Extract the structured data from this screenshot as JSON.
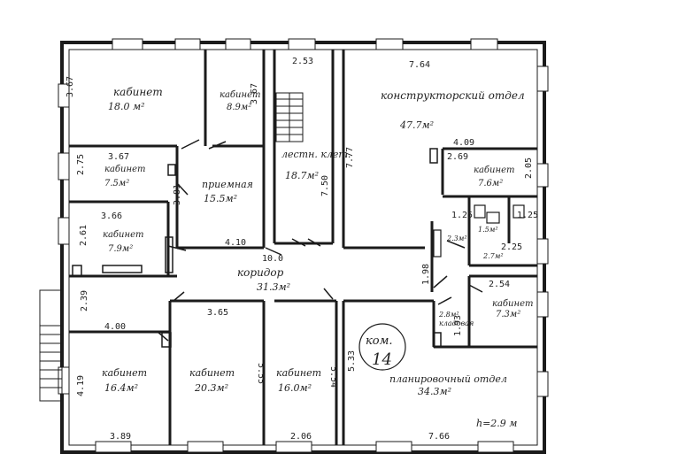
{
  "rooms": {
    "r1": {
      "name": "кабинет",
      "area": "18.0 м²"
    },
    "r2": {
      "name": "кабинет",
      "area": "8.9м²"
    },
    "stair": {
      "name": "лестн. клет.",
      "area": "18.7м²"
    },
    "design": {
      "name": "конструкторский отдел",
      "area": "47.7м²"
    },
    "r5": {
      "name": "кабинет",
      "area": "7.5м²"
    },
    "reception": {
      "name": "приемная",
      "area": "15.5м²"
    },
    "r6": {
      "name": "кабинет",
      "area": "7.9м²"
    },
    "r7": {
      "name": "кабинет",
      "area": "7.6м²"
    },
    "wc1": {
      "area": "1.5м²"
    },
    "wc2": {
      "area": "2.7м²"
    },
    "wc3": {
      "area": "2.3м²"
    },
    "corridor": {
      "name": "коридор",
      "area": "31.3м²"
    },
    "r8": {
      "name": "кабинет",
      "area": "7.3м²"
    },
    "storage": {
      "name": "кладовая",
      "area": "2.8м²"
    },
    "r10": {
      "name": "кабинет",
      "area": "16.4м²"
    },
    "r11": {
      "name": "кабинет",
      "area": "20.3м²"
    },
    "r12": {
      "name": "кабинет",
      "area": "16.0м²"
    },
    "planning": {
      "name": "планировочный отдел",
      "area": "34.3м²"
    }
  },
  "stamp": {
    "line1": "ком.",
    "line2": "14"
  },
  "height_note": "h=2.9 м",
  "dims": {
    "d1": "3.67",
    "d2": "3.67",
    "d3": "2.53",
    "d4": "7.64",
    "d5": "3.67",
    "d6": "2.75",
    "d7": "3.81",
    "d8": "7.77",
    "d9": "7.50",
    "d10": "4.09",
    "d11": "2.69",
    "d12": "2.05",
    "d13": "3.66",
    "d14": "2.61",
    "d15": "4.10",
    "d16": "10.0",
    "d17": "1.25",
    "d18": "1.25",
    "d19": "2.25",
    "d20": "1.98",
    "d21": "2.54",
    "d22": "2.39",
    "d23": "4.00",
    "d24": "3.65",
    "d25": "5.55",
    "d26": "5.54",
    "d27": "5.33",
    "d28": "1.93",
    "d29": "4.19",
    "d30": "3.89",
    "d31": "2.06",
    "d32": "7.66"
  }
}
